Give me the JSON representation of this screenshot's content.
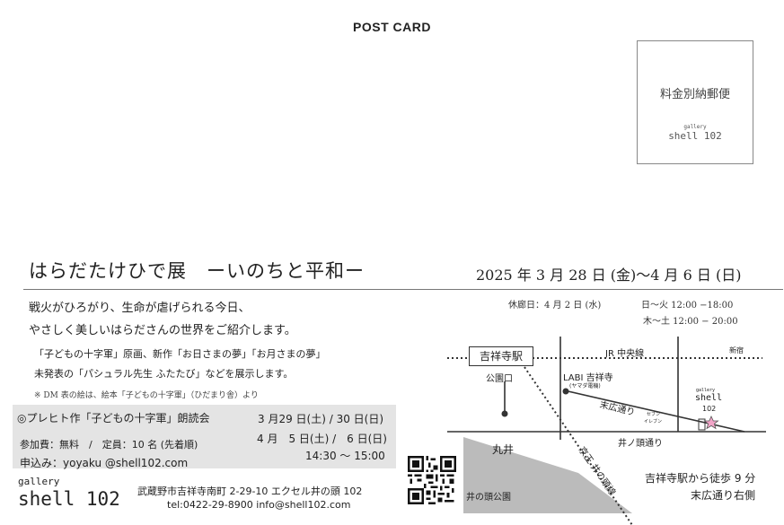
{
  "header": {
    "postcard": "POST CARD"
  },
  "stamp": {
    "text": "料金別納郵便",
    "logo_small": "gallery",
    "logo": "shell 102"
  },
  "exhibit": {
    "title": "はらだたけひで展　ーいのちと平和ー",
    "dates": "2025 年 3 月 28 日 (金)〜4 月 6 日 (日)",
    "intro_line1": "戦火がひろがり、生命が虐げられる今日、",
    "intro_line2": "やさしく美しいはらださんの世界をご紹介します。",
    "works_line1": "「子どもの十字軍」原画、新作「お日さまの夢」「お月さまの夢」",
    "works_line2": "未発表の「パシュラル先生 ふたたび」などを展示します。",
    "note": "※ DM 表の絵は、絵本「子どもの十字軍」（ひだまり舎）より"
  },
  "hours": {
    "closed": "休廊日：4 月 2 日 (水)",
    "line1": "日〜火 12:00 −18:00",
    "line2": "木〜土 12:00 − 20:00"
  },
  "event": {
    "title": "◎プレヒト作「子どもの十字軍」朗読会",
    "dates1": "3 月29 日(土) / 30 日(日)",
    "dates2": "4 月　5 日(土) /　6 日(日)",
    "time": "14:30 〜 15:00",
    "fee": "参加費：無料　/　定員：10 名 (先着順)",
    "reserve": "申込み：yoyaku @shell102.com"
  },
  "footer": {
    "logo_small": "gallery",
    "logo": "shell 102",
    "address": "武蔵野市吉祥寺南町 2-29-10 エクセル井の頭 102",
    "contact": "tel:0422-29-8900 info@shell102.com"
  },
  "map": {
    "station": "吉祥寺駅",
    "jr_line": "JR 中央線",
    "shinjuku": "新宿",
    "koen_exit": "公園口",
    "labi": "LABI 吉祥寺",
    "yamada": "(ヤマダ電機)",
    "suehiro": "末広通り",
    "gallery_small": "gallery",
    "gallery_shell": "shell",
    "gallery_num": "102",
    "seven_1": "セブン",
    "seven_2": "イレブン",
    "inokashira_dori": "井ノ頭通り",
    "marui": "丸井",
    "keio": "京王 井の頭線",
    "park": "井の頭公園",
    "walk_1": "吉祥寺駅から徒歩 9 分",
    "walk_2": "末広通り右側"
  },
  "colors": {
    "event_bg": "#e4e4e4",
    "park_gray": "#bbbbbb",
    "star_pink": "#f2a5c8"
  }
}
